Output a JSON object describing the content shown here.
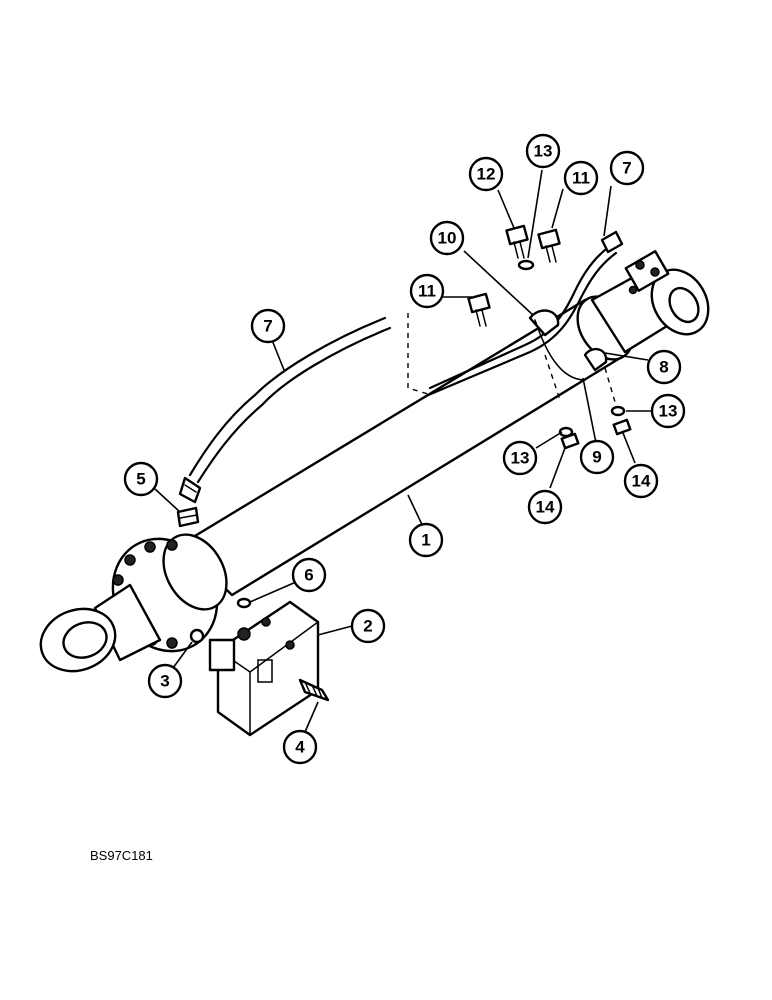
{
  "drawing_id": "BS97C181",
  "callouts": [
    {
      "label": "1"
    },
    {
      "label": "2"
    },
    {
      "label": "3"
    },
    {
      "label": "4"
    },
    {
      "label": "5"
    },
    {
      "label": "6"
    },
    {
      "label": "7"
    },
    {
      "label": "7"
    },
    {
      "label": "8"
    },
    {
      "label": "9"
    },
    {
      "label": "10"
    },
    {
      "label": "11"
    },
    {
      "label": "11"
    },
    {
      "label": "12"
    },
    {
      "label": "13"
    },
    {
      "label": "13"
    },
    {
      "label": "13"
    },
    {
      "label": "14"
    },
    {
      "label": "14"
    }
  ]
}
